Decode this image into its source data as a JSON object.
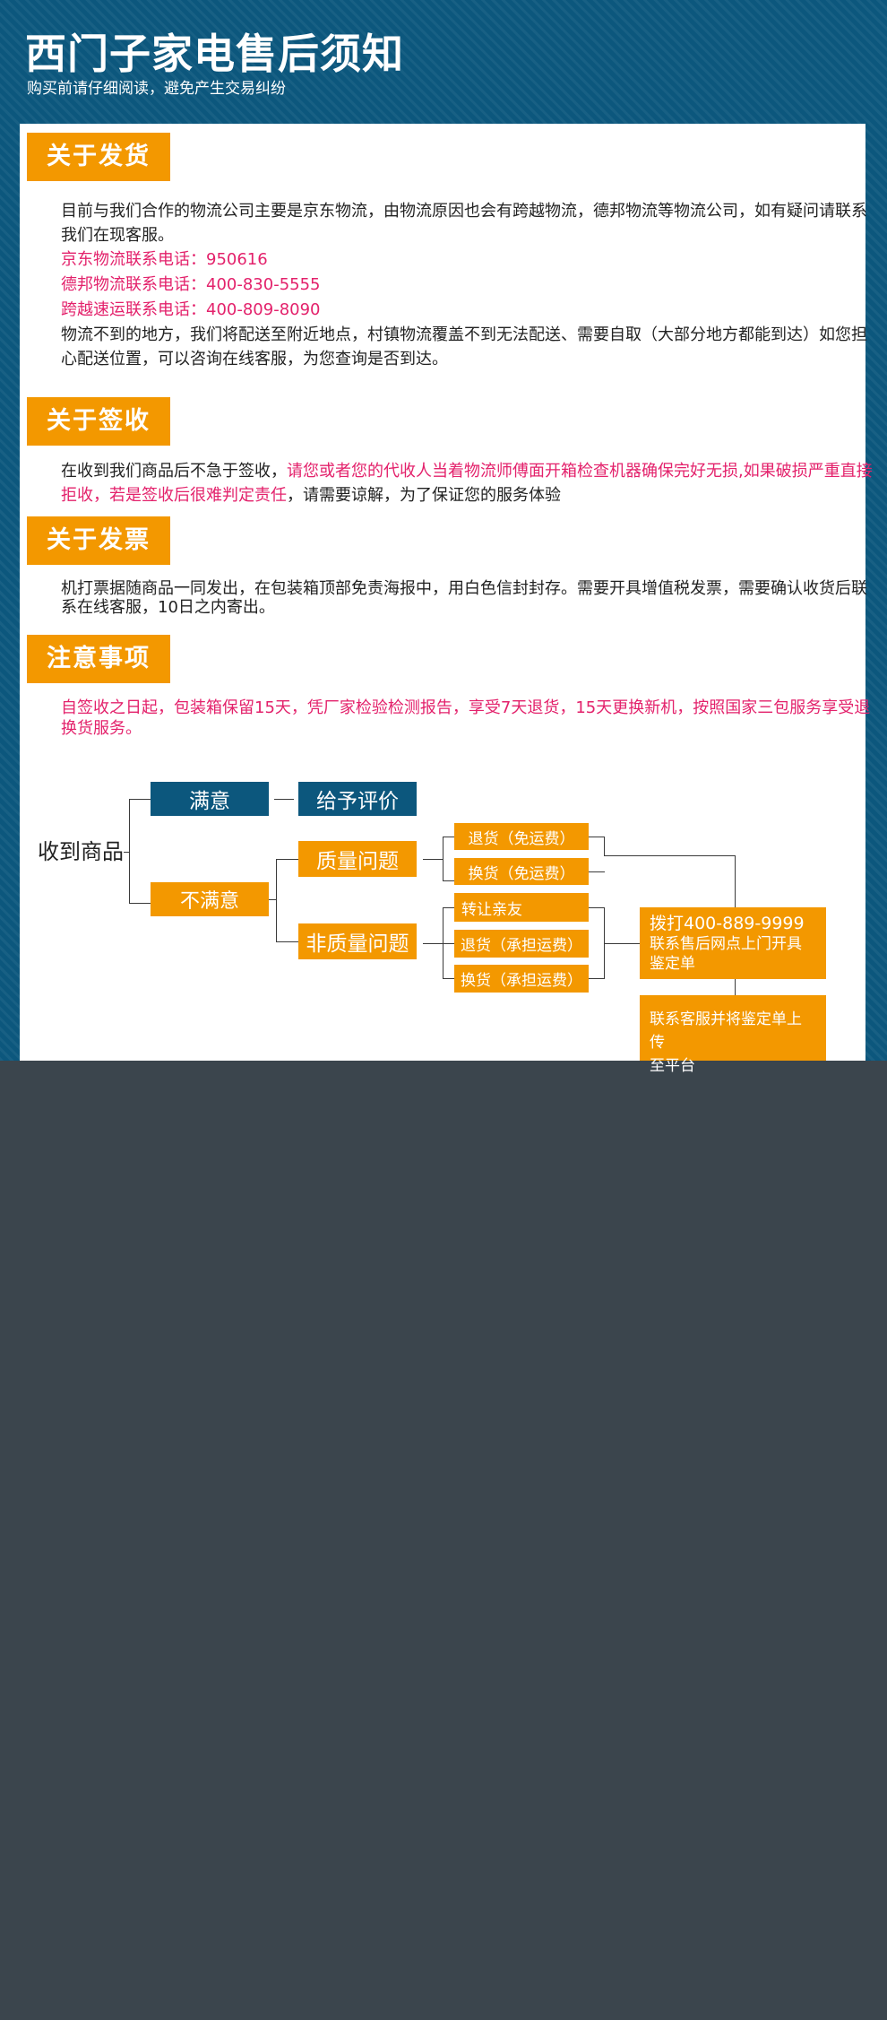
{
  "header": {
    "title": "西门子家电售后须知",
    "subtitle": "购买前请仔细阅读，避免产生交易纠纷"
  },
  "colors": {
    "header_bg": "#0c577d",
    "accent_orange": "#f39800",
    "highlight_pink": "#e3216b",
    "footer_bg": "#3b454d"
  },
  "sections": {
    "shipping": {
      "title": "关于发货",
      "intro": "目前与我们合作的物流公司主要是京东物流，由物流原因也会有跨越物流，德邦物流等物流公司，如有疑问请联系我们在现客服。",
      "contacts": [
        "京东物流联系电话：950616",
        "德邦物流联系电话：400-830-5555",
        "跨越速运联系电话：400-809-8090"
      ],
      "note": "物流不到的地方，我们将配送至附近地点，村镇物流覆盖不到无法配送、需要自取（大部分地方都能到达）如您担心配送位置，可以咨询在线客服，为您查询是否到达。"
    },
    "receipt": {
      "title": "关于签收",
      "text_before": "在收到我们商品后不急于签收，",
      "text_highlight": "请您或者您的代收人当着物流师傅面开箱检查机器确保完好无损,如果破损严重直接拒收，若是签收后很难判定责任",
      "text_after": "，请需要谅解，为了保证您的服务体验"
    },
    "invoice": {
      "title": "关于发票",
      "text": "机打票据随商品一同发出，在包装箱顶部免责海报中，用白色信封封存。需要开具增值税发票，需要确认收货后联系在线客服，10日之内寄出。"
    },
    "notes": {
      "title": "注意事项",
      "text": "自签收之日起，包装箱保留15天，凭厂家检验检测报告，享受7天退货，15天更换新机，按照国家三包服务享受退换货服务。"
    }
  },
  "flow": {
    "root": "收到商品",
    "satisfied": "满意",
    "give_review": "给予评价",
    "unsatisfied": "不满意",
    "quality_issue": "质量问题",
    "non_quality_issue": "非质量问题",
    "quality_options": [
      "退货（免运费）",
      "换货（免运费）"
    ],
    "non_quality_options": [
      "转让亲友",
      "退货（承担运费）",
      "换货（承担运费）"
    ],
    "call_box": [
      "拨打400-889-9999",
      "联系售后网点上门开具",
      "鉴定单"
    ],
    "upload_box": [
      "联系客服并将鉴定单上传",
      "至平台"
    ]
  }
}
